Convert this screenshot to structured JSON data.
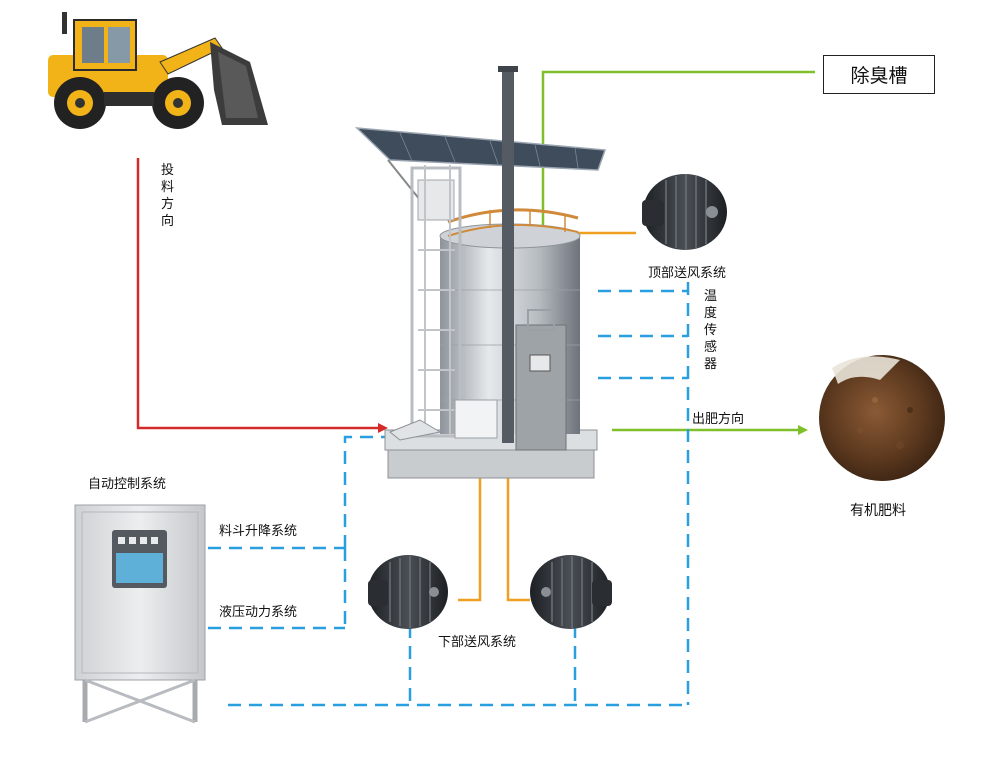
{
  "labels": {
    "deodorization_tank": "除臭槽",
    "feeding_direction": "投料方向",
    "top_air_supply": "顶部送风系统",
    "temperature_sensor": "温度传感器",
    "discharge_direction": "出肥方向",
    "organic_fertilizer": "有机肥料",
    "auto_control_system": "自动控制系统",
    "hopper_lift_system": "料斗升降系统",
    "hydraulic_power_system": "液压动力系统",
    "bottom_air_supply": "下部送风系统"
  },
  "colors": {
    "feed_line": "#d42a2a",
    "air_line": "#f0a020",
    "gas_line": "#7fbf2a",
    "signal_line": "#2a9fe0"
  },
  "icons": [
    "wheel-loader-icon",
    "fermentation-tank-icon",
    "blower-fan-icon",
    "control-cabinet-icon",
    "fertilizer-pile-icon"
  ]
}
